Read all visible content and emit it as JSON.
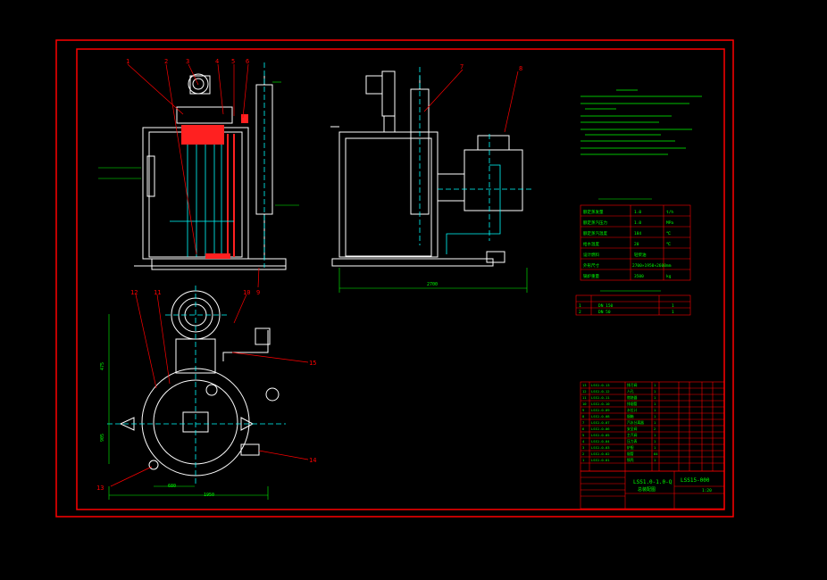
{
  "drawing": {
    "colors": {
      "frame": "#ff0000",
      "outline": "#ffffff",
      "centerline": "#00ffff",
      "dimension": "#00ff00",
      "hatch": "#ff2020",
      "note": "#00ff00",
      "table": "#ff0000"
    },
    "balloons": [
      "1",
      "2",
      "3",
      "4",
      "5",
      "6",
      "7",
      "8",
      "9",
      "10",
      "11",
      "12",
      "13",
      "14",
      "15"
    ],
    "dimensions": {
      "side_width": "2700",
      "plan_width": "1950",
      "plan_height_upper": "475",
      "plan_height_lower": "905",
      "plan_offset": "680"
    },
    "spec_table": {
      "rows": [
        [
          "额定蒸发量",
          "1.0",
          "t/h"
        ],
        [
          "额定蒸汽压力",
          "1.0",
          "MPa"
        ],
        [
          "额定蒸汽温度",
          "184",
          "℃"
        ],
        [
          "给水温度",
          "20",
          "℃"
        ],
        [
          "设计燃料",
          "轻柴油",
          ""
        ],
        [
          "外形尺寸",
          "2700×1950×2600",
          "mm"
        ],
        [
          "锅炉重量",
          "3500",
          "kg"
        ]
      ]
    },
    "nozzle_table": {
      "rows": [
        [
          "1",
          "DN 150",
          "1"
        ],
        [
          "2",
          "DN 50",
          "1"
        ]
      ]
    },
    "title_block": {
      "drawing_no": "LSS1.0-1.0-Q",
      "part_no": "LSS15-000",
      "name": "总装配图",
      "scale": "1:20"
    },
    "parts_list": {
      "rows": [
        [
          "13",
          "LSS1.0-13",
          "排污阀",
          "1"
        ],
        [
          "12",
          "LSS1.0-12",
          "人孔",
          "1"
        ],
        [
          "11",
          "LSS1.0-11",
          "燃烧器",
          "1"
        ],
        [
          "10",
          "LSS1.0-10",
          "排烟管",
          "1"
        ],
        [
          "9",
          "LSS1.0-09",
          "水位计",
          "1"
        ],
        [
          "8",
          "LSS1.0-08",
          "烟箱",
          "1"
        ],
        [
          "7",
          "LSS1.0-07",
          "汽水分离器",
          "1"
        ],
        [
          "6",
          "LSS1.0-06",
          "安全阀",
          "2"
        ],
        [
          "5",
          "LSS1.0-05",
          "主汽阀",
          "1"
        ],
        [
          "4",
          "LSS1.0-04",
          "压力表",
          "1"
        ],
        [
          "3",
          "LSS1.0-03",
          "炉胆",
          "1"
        ],
        [
          "2",
          "LSS1.0-02",
          "烟管",
          "84"
        ],
        [
          "1",
          "LSS1.0-01",
          "锅壳",
          "1"
        ]
      ]
    }
  }
}
